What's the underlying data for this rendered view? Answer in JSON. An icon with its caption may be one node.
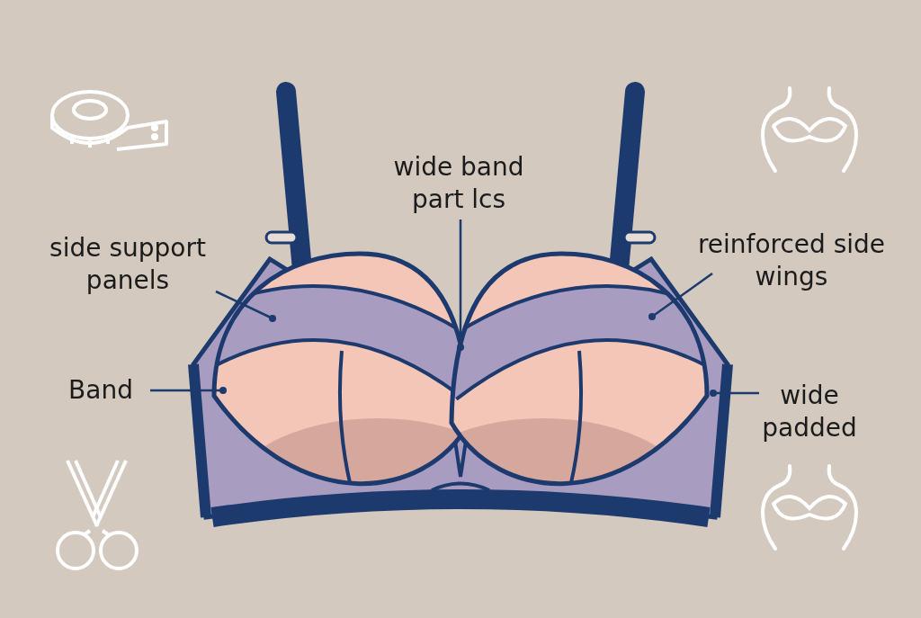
{
  "diagram": {
    "nodes": [
      {
        "text": [
          "wide band part lcs"
        ]
      },
      {
        "text": [
          "side support panels"
        ]
      },
      {
        "text": [
          "reinforced side wings"
        ]
      },
      {
        "text": [
          "Band"
        ]
      },
      {
        "text": [
          "wide padded"
        ]
      }
    ],
    "edges": [
      {
        "from": 0,
        "to": null,
        "arrow": "other"
      },
      {
        "from": 1,
        "to": null,
        "arrow": "other"
      },
      {
        "from": 2,
        "to": null,
        "arrow": "other"
      },
      {
        "from": 3,
        "to": null,
        "arrow": "other"
      },
      {
        "from": 4,
        "to": null,
        "arrow": "other"
      }
    ]
  }
}
